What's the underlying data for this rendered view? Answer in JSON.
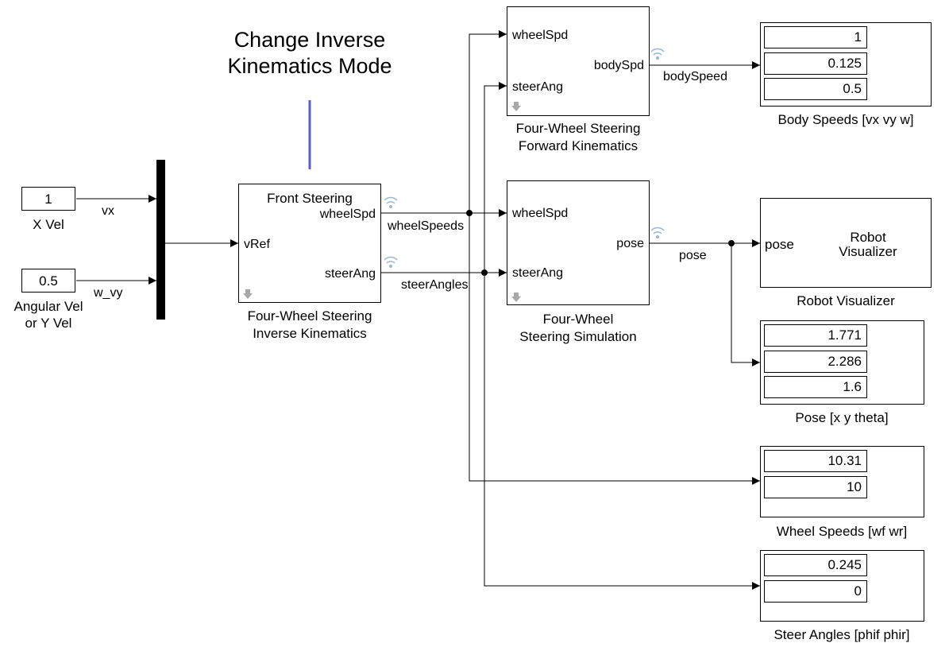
{
  "annotation": {
    "line1": "Change Inverse",
    "line2": "Kinematics Mode"
  },
  "inputs": {
    "x_vel": {
      "value": "1",
      "label": "X Vel",
      "signal": "vx"
    },
    "angular": {
      "value": "0.5",
      "label_line1": "Angular Vel",
      "label_line2": "or Y Vel",
      "signal": "w_vy"
    }
  },
  "ik_block": {
    "title": "Front Steering",
    "port_in": "vRef",
    "port_out1": "wheelSpd",
    "port_out2": "steerAng",
    "caption_line1": "Four-Wheel Steering",
    "caption_line2": "Inverse Kinematics"
  },
  "signals": {
    "wheel_speeds": "wheelSpeeds",
    "steer_angles": "steerAngles",
    "body_speed": "bodySpeed",
    "pose": "pose"
  },
  "fk_block": {
    "port_in1": "wheelSpd",
    "port_in2": "steerAng",
    "port_out": "bodySpd",
    "caption_line1": "Four-Wheel Steering",
    "caption_line2": "Forward Kinematics"
  },
  "sim_block": {
    "port_in1": "wheelSpd",
    "port_in2": "steerAng",
    "port_out": "pose",
    "caption_line1": "Four-Wheel",
    "caption_line2": "Steering Simulation"
  },
  "visualizer": {
    "port_in": "pose",
    "title_line1": "Robot",
    "title_line2": "Visualizer",
    "caption": "Robot Visualizer"
  },
  "displays": {
    "body_speeds": {
      "values": [
        "1",
        "0.125",
        "0.5"
      ],
      "caption": "Body Speeds [vx vy w]"
    },
    "pose": {
      "values": [
        "1.771",
        "2.286",
        "1.6"
      ],
      "caption": "Pose [x y theta]"
    },
    "wheel_speeds": {
      "values": [
        "10.31",
        "10"
      ],
      "caption": "Wheel Speeds [wf wr]"
    },
    "steer_angles": {
      "values": [
        "0.245",
        "0"
      ],
      "caption": "Steer Angles [phif phir]"
    }
  },
  "colors": {
    "annotation_line": "#5b5bd6",
    "signal_icon": "#9ab7d3",
    "dropdown": "#a8a8a8"
  }
}
